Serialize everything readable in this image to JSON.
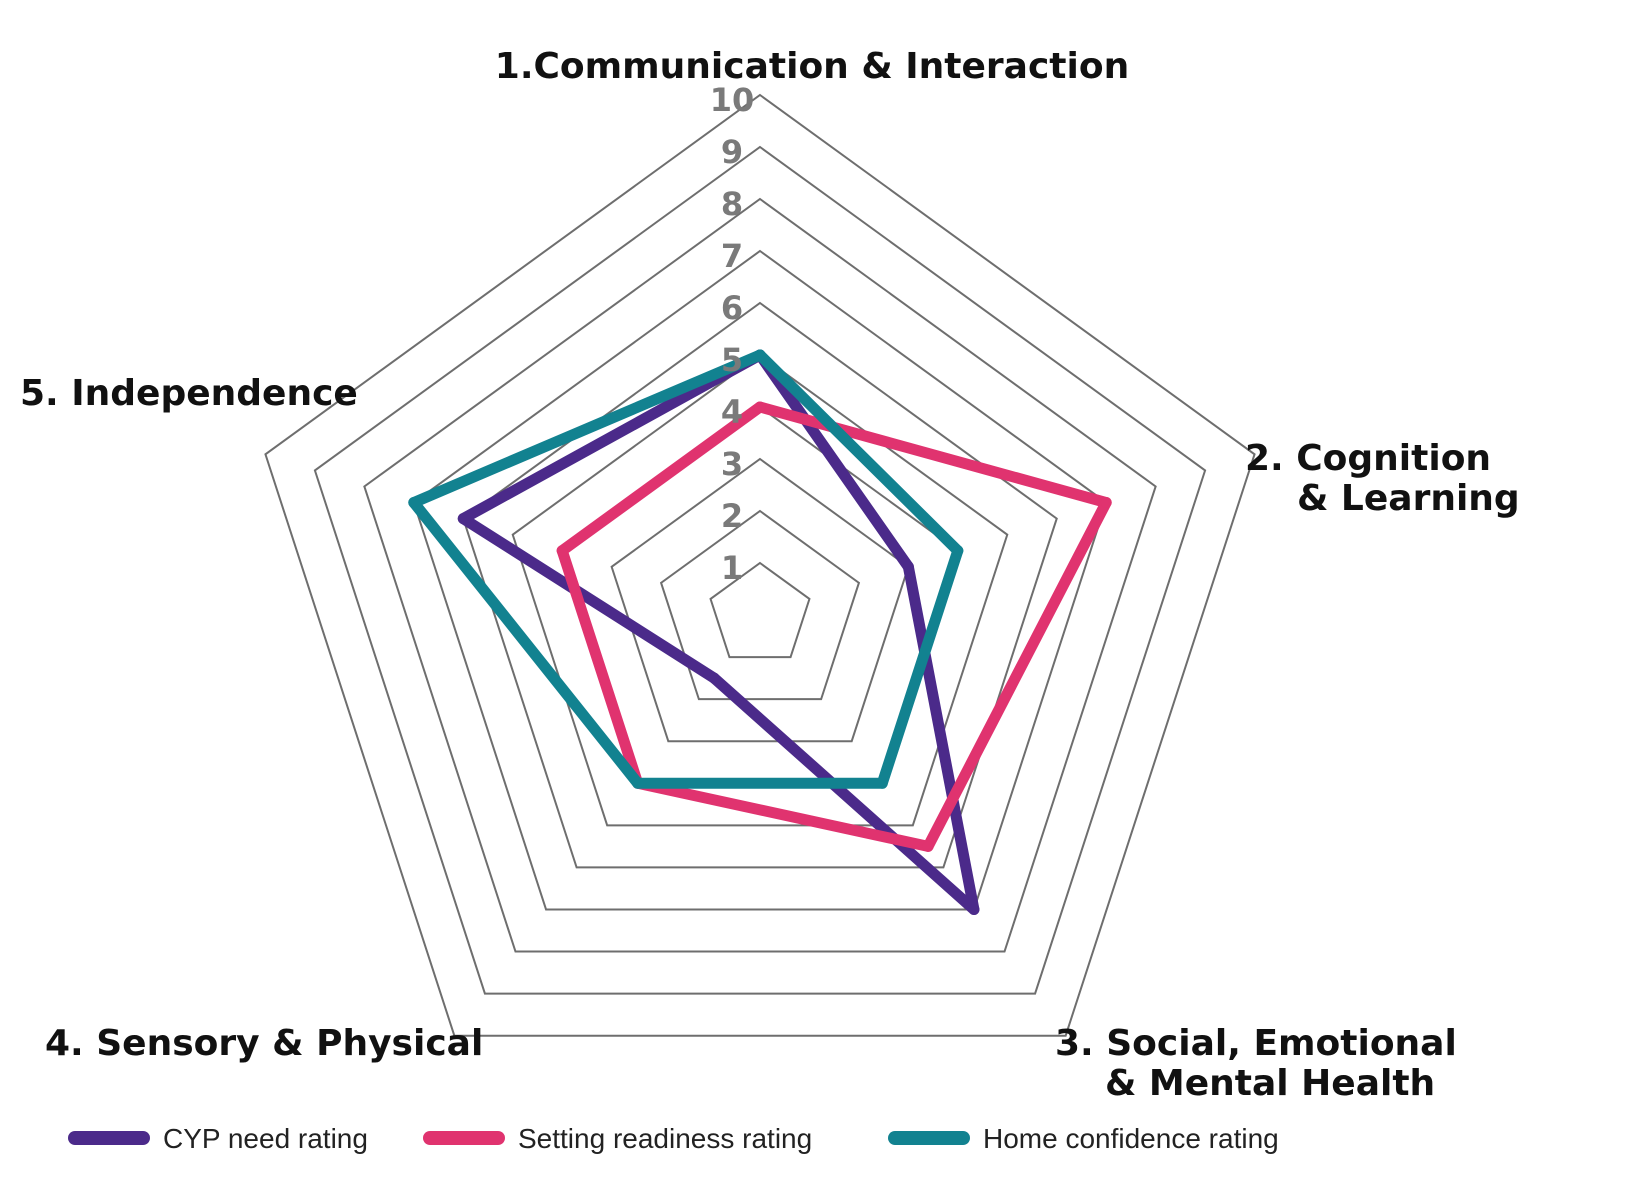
{
  "chart_data": {
    "type": "radar",
    "axes": [
      {
        "lines": [
          "1.Communication & Interaction"
        ]
      },
      {
        "lines": [
          "2. Cognition",
          "& Learning"
        ]
      },
      {
        "lines": [
          "3. Social, Emotional",
          "& Mental Health"
        ]
      },
      {
        "lines": [
          "4. Sensory & Physical"
        ]
      },
      {
        "lines": [
          "5. Independence"
        ]
      }
    ],
    "scale": {
      "min": 0,
      "max": 10,
      "ticks": [
        "1",
        "2",
        "3",
        "4",
        "5",
        "6",
        "7",
        "8",
        "9",
        "10"
      ]
    },
    "series": [
      {
        "name": "CYP need rating",
        "color": "#4b2a8a",
        "values": [
          5,
          3,
          7,
          1.5,
          6
        ]
      },
      {
        "name": "Setting readiness rating",
        "color": "#e0336f",
        "values": [
          4,
          7,
          5.5,
          4,
          4
        ]
      },
      {
        "name": "Home confidence rating",
        "color": "#128290",
        "values": [
          5,
          4,
          4,
          4,
          7
        ]
      }
    ],
    "legend_position": "bottom",
    "grid": true
  }
}
